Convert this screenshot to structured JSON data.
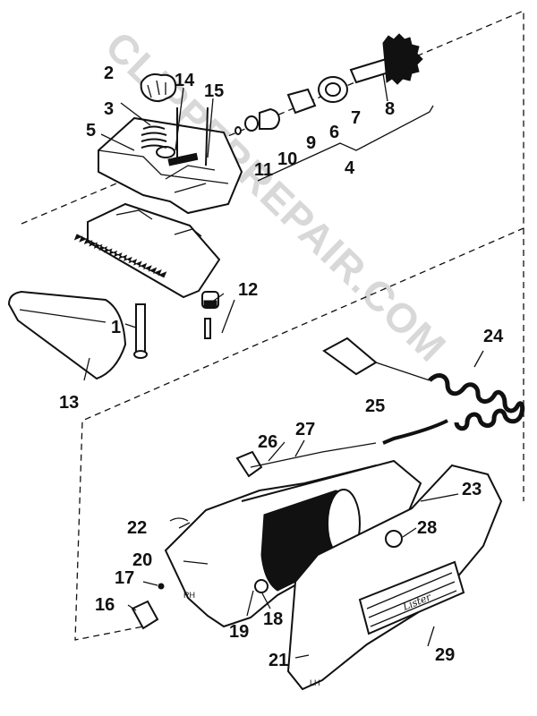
{
  "watermark": "CLIPPERREPAIR.COM",
  "labels": {
    "p1": "1",
    "p2": "2",
    "p3": "3",
    "p4": "4",
    "p5": "5",
    "p6": "6",
    "p7": "7",
    "p8": "8",
    "p9": "9",
    "p10": "10",
    "p11": "11",
    "p12": "12",
    "p13": "13",
    "p14": "14",
    "p15": "15",
    "p16": "16",
    "p17": "17",
    "p18": "18",
    "p19": "19",
    "p20": "20",
    "p21": "21",
    "p22": "22",
    "p23": "23",
    "p24": "24",
    "p25": "25",
    "p26": "26",
    "p27": "27",
    "p28": "28",
    "p29": "29"
  },
  "housing_logo": "Lister",
  "housing_marks": {
    "rh": "RH",
    "lh": "LH"
  }
}
